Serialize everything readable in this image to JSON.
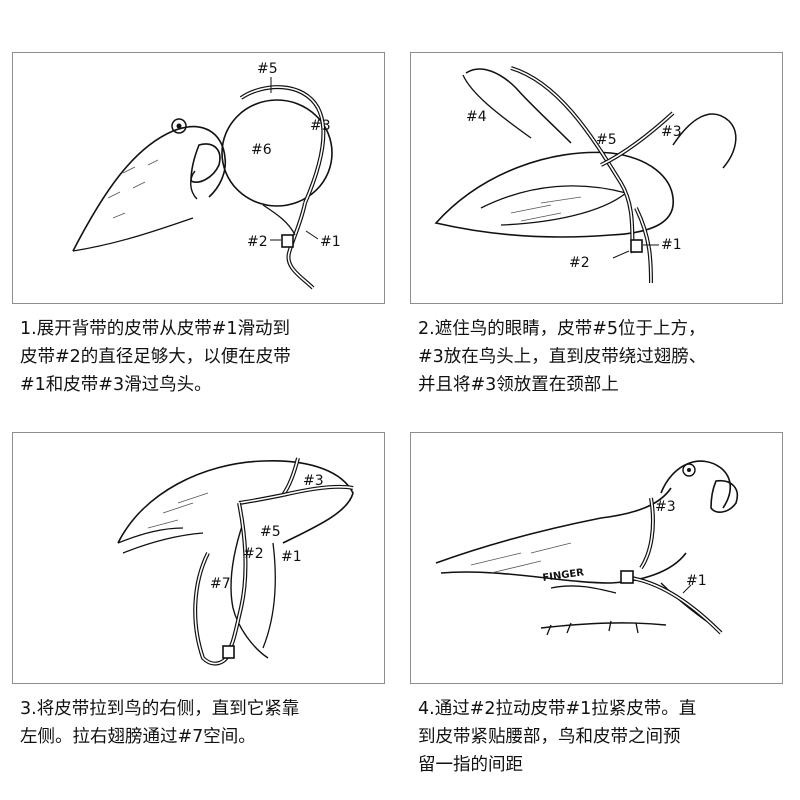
{
  "steps": [
    {
      "caption": "1.展开背带的皮带从皮带#1滑动到\n皮带#2的直径足够大，以便在皮带\n#1和皮带#3滑过鸟头。",
      "labels": {
        "l5": "#5",
        "l3": "#3",
        "l6": "#6",
        "l2": "#2",
        "l1": "#1"
      }
    },
    {
      "caption": "2.遮住鸟的眼睛，皮带#5位于上方，\n#3放在鸟头上，直到皮带绕过翅膀、\n并且将#3领放置在颈部上",
      "labels": {
        "l4": "#4",
        "l5": "#5",
        "l3": "#3",
        "l2": "#2",
        "l1": "#1"
      }
    },
    {
      "caption": "3.将皮带拉到鸟的右侧，直到它紧靠\n左侧。拉右翅膀通过#7空间。",
      "labels": {
        "l3": "#3",
        "l5": "#5",
        "l2": "#2",
        "l1": "#1",
        "l7": "#7"
      }
    },
    {
      "caption": "4.通过#2拉动皮带#1拉紧皮带。直\n到皮带紧贴腰部，鸟和皮带之间预\n留一指的间距",
      "labels": {
        "l3": "#3",
        "finger": "FINGER",
        "l1": "#1"
      }
    }
  ],
  "colors": {
    "border": "#8e8e8e",
    "ink": "#111111"
  }
}
